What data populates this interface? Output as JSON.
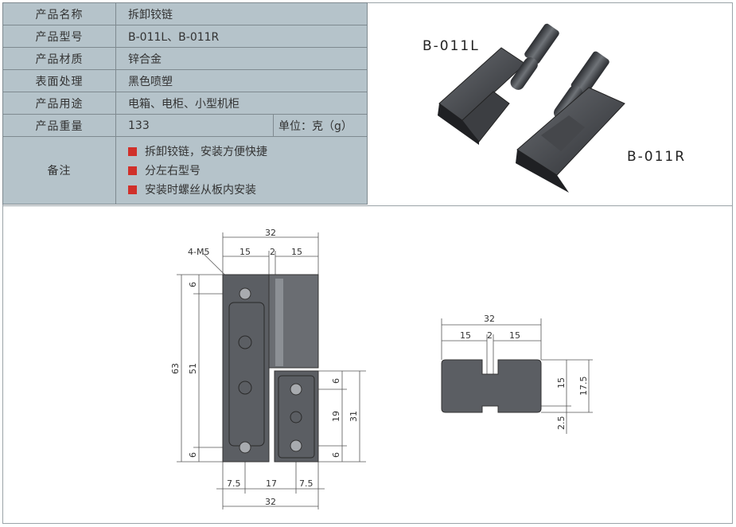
{
  "spec": {
    "rows": [
      {
        "key": "产品名称",
        "value": "拆卸铰链"
      },
      {
        "key": "产品型号",
        "value": "B-011L、B-011R"
      },
      {
        "key": "产品材质",
        "value": "锌合金"
      },
      {
        "key": "表面处理",
        "value": "黑色喷塑"
      },
      {
        "key": "产品用途",
        "value": "电箱、电柜、小型机柜"
      },
      {
        "key": "产品重量",
        "value": "133",
        "unit": "单位：克（g）"
      }
    ],
    "notes_key": "备注",
    "notes": [
      "拆卸铰链，安装方便快捷",
      "分左右型号",
      "安装时螺丝从板内安装"
    ],
    "bullet_color": "#d0302a"
  },
  "photo": {
    "left_label": "B-011L",
    "right_label": "B-011R"
  },
  "drawing_front": {
    "top_total": "32",
    "top_left": "15",
    "top_gap": "2",
    "top_right": "15",
    "hole_label": "4-M5",
    "left_total": "63",
    "left_inner": "51",
    "left_top": "6",
    "left_bottom": "6",
    "right_top": "6",
    "right_mid": "19",
    "right_bottom": "6",
    "right_total": "31",
    "bottom_left": "7.5",
    "bottom_mid": "17",
    "bottom_right": "7.5",
    "bottom_total": "32"
  },
  "drawing_side": {
    "top_total": "32",
    "top_left": "15",
    "top_gap": "2",
    "top_right": "15",
    "right_inner": "15",
    "right_total": "17.5",
    "right_bottom": "2.5"
  }
}
